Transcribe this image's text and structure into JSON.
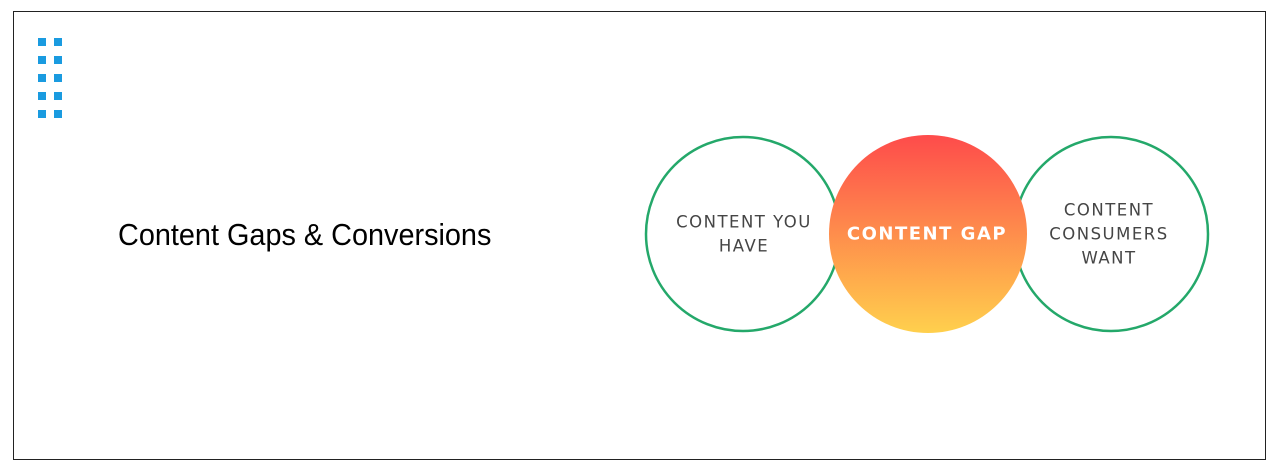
{
  "page": {
    "headline": "Content Gaps & Conversions"
  },
  "diagram": {
    "left_circle": {
      "lines": [
        "CONTENT YOU",
        "HAVE"
      ],
      "stroke_color": "#24a86a"
    },
    "center_circle": {
      "lines": [
        "CONTENT GAP"
      ],
      "gradient_top": "#fe4b4b",
      "gradient_bottom": "#ffd04d",
      "text_color": "#ffffff"
    },
    "right_circle": {
      "lines": [
        "CONTENT",
        "CONSUMERS",
        "WANT"
      ],
      "stroke_color": "#24a86a"
    },
    "label_color": "#454545"
  },
  "branding": {
    "icon": "dot-grid-icon",
    "accent_color": "#1a9be0"
  }
}
